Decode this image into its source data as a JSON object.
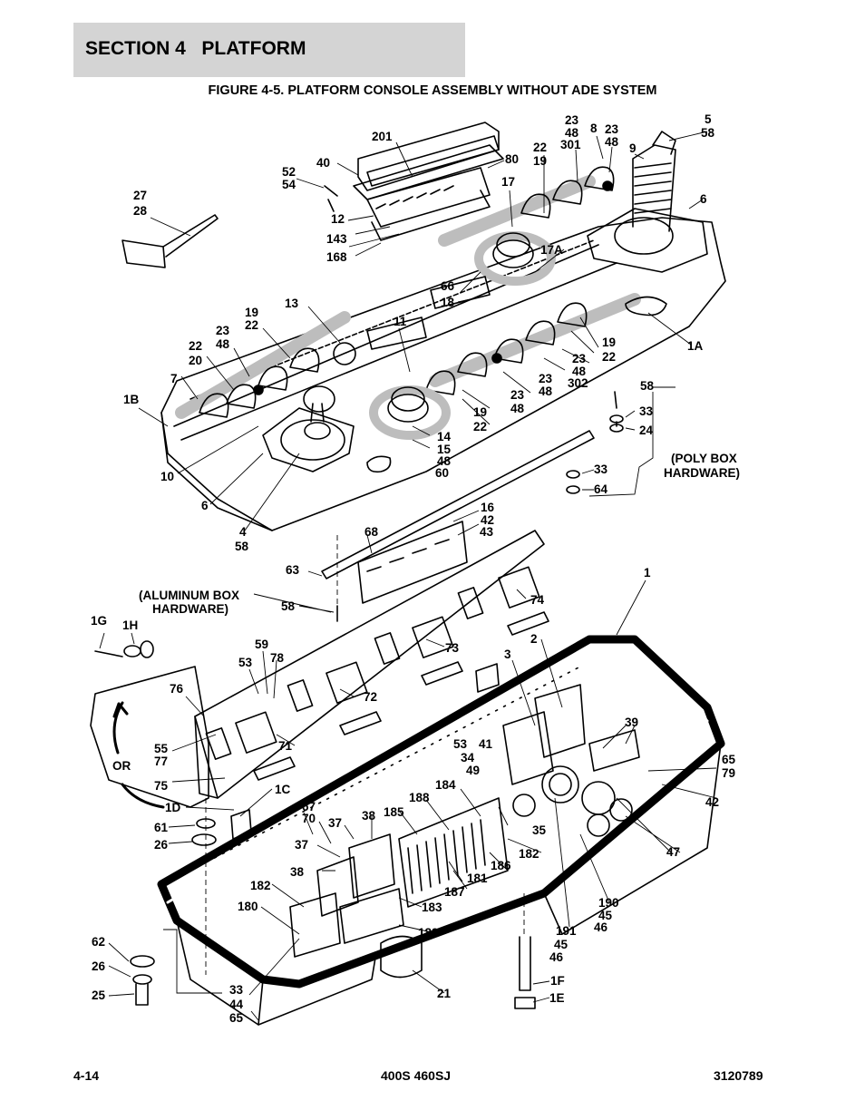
{
  "header": {
    "section": "SECTION 4   PLATFORM",
    "figure_title": "FIGURE 4-5. PLATFORM CONSOLE ASSEMBLY WITHOUT ADE SYSTEM"
  },
  "footer": {
    "page": "4-14",
    "model": "400S 460SJ",
    "doc_number": "3120789"
  },
  "callouts": [
    "201",
    "40",
    "52",
    "54",
    "80",
    "17",
    "22",
    "19",
    "23",
    "48",
    "301",
    "8",
    "23",
    "48",
    "9",
    "5",
    "58",
    "6",
    "27",
    "28",
    "12",
    "143",
    "168",
    "17A",
    "66",
    "18",
    "13",
    "11",
    "19",
    "22",
    "23",
    "48",
    "22",
    "20",
    "7",
    "1B",
    "19",
    "22",
    "23",
    "48",
    "302",
    "1A",
    "23",
    "48",
    "23",
    "48",
    "19",
    "22",
    "10",
    "6",
    "14",
    "15",
    "48",
    "60",
    "4",
    "58",
    "58",
    "33",
    "24",
    "(POLY BOX",
    "HARDWARE)",
    "33",
    "64",
    "16",
    "42",
    "43",
    "68",
    "63",
    "1",
    "(ALUMINUM BOX",
    "HARDWARE)",
    "58",
    "74",
    "1G",
    "1H",
    "59",
    "78",
    "73",
    "53",
    "3",
    "2",
    "76",
    "72",
    "55",
    "77",
    "71",
    "53",
    "41",
    "34",
    "49",
    "39",
    "65",
    "79",
    "75",
    "OR",
    "1C",
    "184",
    "188",
    "185",
    "1D",
    "67",
    "70",
    "37",
    "38",
    "42",
    "61",
    "26",
    "35",
    "37",
    "182",
    "47",
    "38",
    "186",
    "181",
    "187",
    "182",
    "180",
    "183",
    "190",
    "45",
    "46",
    "189",
    "62",
    "191",
    "45",
    "46",
    "26",
    "21",
    "1F",
    "25",
    "33",
    "44",
    "1E",
    "65"
  ]
}
